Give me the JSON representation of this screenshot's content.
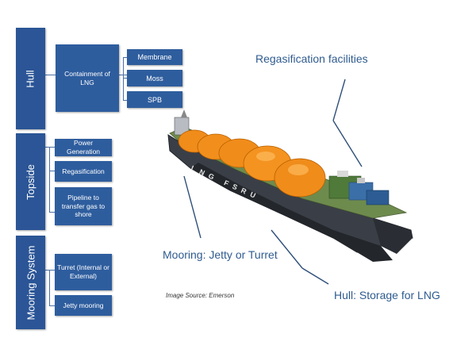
{
  "categories": {
    "hull": "Hull",
    "topside": "Topside",
    "mooring": "Mooring System"
  },
  "hull": {
    "containment": "Containment of LNG",
    "types": [
      "Membrane",
      "Moss",
      "SPB"
    ]
  },
  "topside": {
    "items": [
      "Power Generation",
      "Regasification",
      "Pipeline to transfer gas to shore"
    ]
  },
  "mooring": {
    "items": [
      "Turret (Internal or External)",
      "Jetty mooring"
    ]
  },
  "callouts": {
    "regas": "Regasification facilities",
    "mooring": "Mooring: Jetty or Turret",
    "hull": "Hull: Storage for LNG"
  },
  "ship": {
    "hull_text": "LNG FSRU"
  },
  "source": "Image Source: Emerson",
  "colors": {
    "box": "#2e5d9e",
    "caption": "#2f5b8f",
    "tank": "#f08c1a"
  }
}
